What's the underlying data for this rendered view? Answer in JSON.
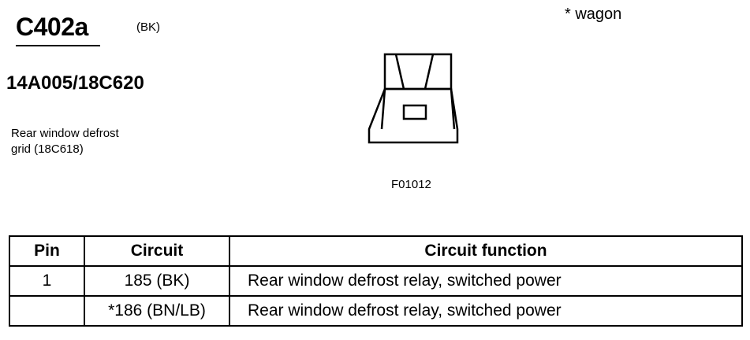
{
  "connector": {
    "id": "C402a",
    "color": "(BK)",
    "note": "* wagon"
  },
  "component": {
    "part_number": "14A005/18C620",
    "description_line1": "Rear window defrost",
    "description_line2": "grid (18C618)"
  },
  "figure": {
    "id": "F01012"
  },
  "table": {
    "headers": {
      "pin": "Pin",
      "circuit": "Circuit",
      "function": "Circuit function"
    },
    "rows": [
      {
        "pin": "1",
        "circuit": "185 (BK)",
        "function": "Rear window defrost relay, switched power"
      },
      {
        "pin": "",
        "circuit": "*186 (BN/LB)",
        "function": "Rear window defrost relay, switched power"
      }
    ]
  }
}
